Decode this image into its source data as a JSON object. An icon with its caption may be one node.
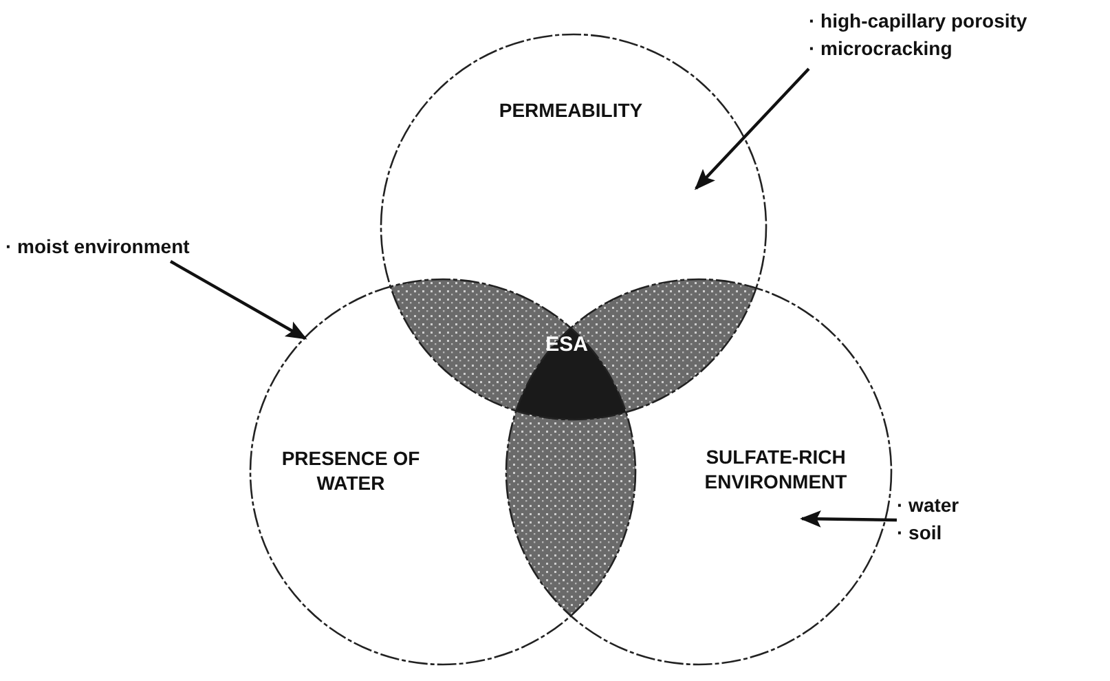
{
  "diagram": {
    "nodes": [
      {
        "text": [
          "PERMEABILITY"
        ]
      },
      {
        "text": [
          "PRESENCE OF WATER"
        ]
      },
      {
        "text": [
          "SULFATE-RICH ENVIRONMENT"
        ]
      },
      {
        "text": [
          "ESA"
        ]
      },
      {
        "text": [
          "· high-capillary porosity",
          "· microcracking"
        ]
      },
      {
        "text": [
          "· moist environment"
        ]
      },
      {
        "text": [
          "· water",
          "· soil"
        ]
      }
    ],
    "edges": [
      {
        "from": 4,
        "to": 0,
        "arrow": "to"
      },
      {
        "from": 5,
        "to": 1,
        "arrow": "to"
      },
      {
        "from": 6,
        "to": 2,
        "arrow": "to"
      }
    ]
  }
}
